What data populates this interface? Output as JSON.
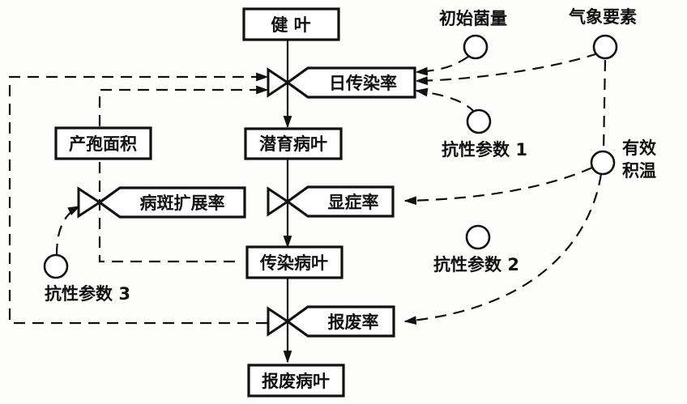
{
  "diagram": {
    "type": "system-dynamics-flow-diagram",
    "stocks": {
      "healthy": "健 叶",
      "latent": "潜育病叶",
      "infectious": "传染病叶",
      "scrapped": "报废病叶",
      "sporulating_area": "产孢面积"
    },
    "rates": {
      "daily_infection": "日传染率",
      "symptom_onset": "显症率",
      "lesion_expansion": "病斑扩展率",
      "scrap": "报废率"
    },
    "auxiliaries": {
      "initial_inoculum": "初始菌量",
      "weather": "气象要素",
      "resistance_1": "抗性参数 1",
      "resistance_2": "抗性参数 2",
      "resistance_3": "抗性参数 3",
      "degree_days_line1": "有效",
      "degree_days_line2": "积温"
    },
    "links": [
      {
        "from": "健 叶",
        "to": "潜育病叶",
        "via": "日传染率",
        "kind": "flow"
      },
      {
        "from": "潜育病叶",
        "to": "传染病叶",
        "via": "显症率",
        "kind": "flow"
      },
      {
        "from": "传染病叶",
        "to": "报废病叶",
        "via": "报废率",
        "kind": "flow"
      },
      {
        "from": "病斑扩展率",
        "to": "产孢面积",
        "kind": "flow"
      },
      {
        "from": "初始菌量",
        "to": "日传染率",
        "kind": "info"
      },
      {
        "from": "气象要素",
        "to": "日传染率",
        "kind": "info"
      },
      {
        "from": "抗性参数 1",
        "to": "日传染率",
        "kind": "info"
      },
      {
        "from": "气象要素",
        "to": "有效积温",
        "kind": "info"
      },
      {
        "from": "有效积温",
        "to": "显症率",
        "kind": "info"
      },
      {
        "from": "有效积温",
        "to": "报废率",
        "kind": "info"
      },
      {
        "from": "抗性参数 3",
        "to": "病斑扩展率",
        "kind": "info"
      },
      {
        "from": "产孢面积",
        "to": "日传染率",
        "kind": "info"
      },
      {
        "from": "传染病叶",
        "to": "病斑扩展率",
        "kind": "info"
      },
      {
        "from": "报废率",
        "to": "日传染率",
        "kind": "info"
      }
    ]
  }
}
